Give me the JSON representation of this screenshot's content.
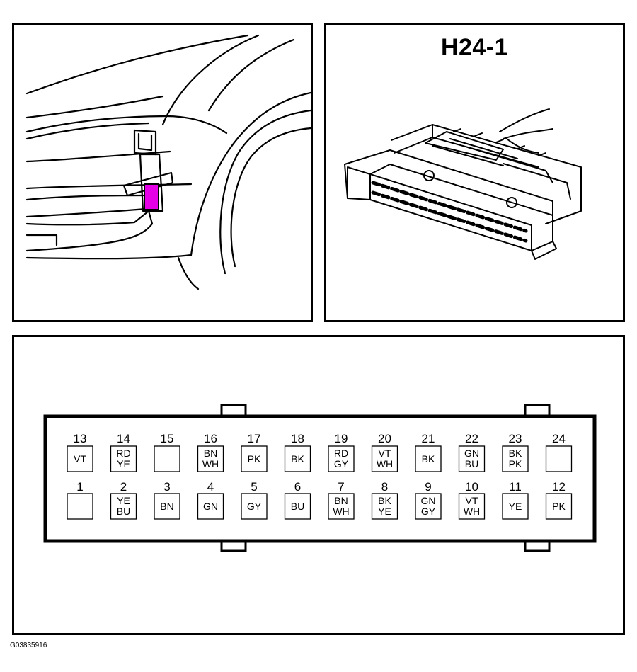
{
  "connector": {
    "title": "H24-1",
    "highlight_color": "#e600e6"
  },
  "pins": {
    "top_row": [
      {
        "number": "13",
        "colors": [
          "VT"
        ]
      },
      {
        "number": "14",
        "colors": [
          "RD",
          "YE"
        ]
      },
      {
        "number": "15",
        "colors": []
      },
      {
        "number": "16",
        "colors": [
          "BN",
          "WH"
        ]
      },
      {
        "number": "17",
        "colors": [
          "PK"
        ]
      },
      {
        "number": "18",
        "colors": [
          "BK"
        ]
      },
      {
        "number": "19",
        "colors": [
          "RD",
          "GY"
        ]
      },
      {
        "number": "20",
        "colors": [
          "VT",
          "WH"
        ]
      },
      {
        "number": "21",
        "colors": [
          "BK"
        ]
      },
      {
        "number": "22",
        "colors": [
          "GN",
          "BU"
        ]
      },
      {
        "number": "23",
        "colors": [
          "BK",
          "PK"
        ]
      },
      {
        "number": "24",
        "colors": []
      }
    ],
    "bottom_row": [
      {
        "number": "1",
        "colors": []
      },
      {
        "number": "2",
        "colors": [
          "YE",
          "BU"
        ]
      },
      {
        "number": "3",
        "colors": [
          "BN"
        ]
      },
      {
        "number": "4",
        "colors": [
          "GN"
        ]
      },
      {
        "number": "5",
        "colors": [
          "GY"
        ]
      },
      {
        "number": "6",
        "colors": [
          "BU"
        ]
      },
      {
        "number": "7",
        "colors": [
          "BN",
          "WH"
        ]
      },
      {
        "number": "8",
        "colors": [
          "BK",
          "YE"
        ]
      },
      {
        "number": "9",
        "colors": [
          "GN",
          "GY"
        ]
      },
      {
        "number": "10",
        "colors": [
          "VT",
          "WH"
        ]
      },
      {
        "number": "11",
        "colors": [
          "YE"
        ]
      },
      {
        "number": "12",
        "colors": [
          "PK"
        ]
      }
    ]
  },
  "figure_id": "G03835916"
}
